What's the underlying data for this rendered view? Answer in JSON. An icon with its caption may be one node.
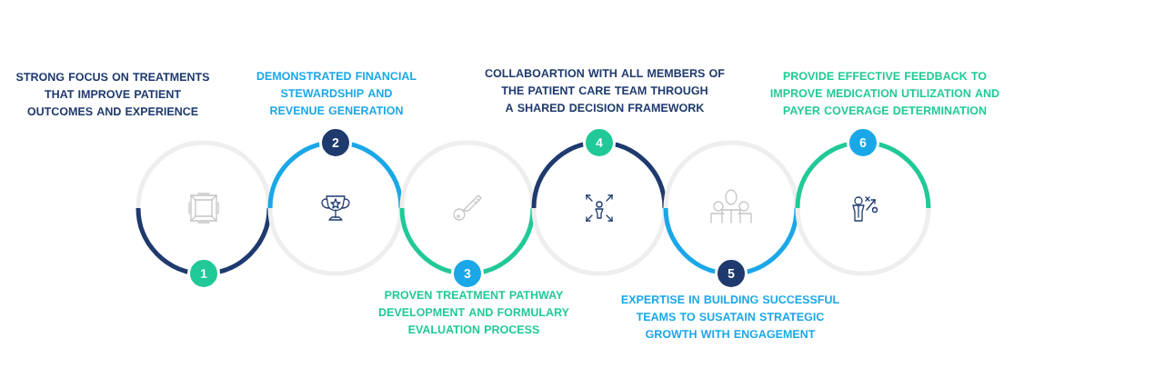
{
  "diagram": {
    "nodes": [
      {
        "text": [
          "1"
        ]
      },
      {
        "text": [
          "2"
        ],
        "beside": [
          "DEMONSTRATED FINANCIAL STEWARDSHIP AND REVENUE GENERATION"
        ]
      },
      {
        "text": [
          "3"
        ],
        "beside": [
          "PROVEN TREATMENT PATHWAY DEVELOPMENT AND FORMULARY EVALUATION PROCESS"
        ]
      },
      {
        "text": [
          "4"
        ],
        "beside": [
          "COLLABOARTION WITH ALL MEMBERS OF THE PATIENT CARE TEAM THROUGH A SHARED DECISION FRAMEWORK"
        ]
      },
      {
        "text": [
          "5"
        ],
        "beside": [
          "EXPERTISE IN BUILDING SUCCESSFUL TEAMS TO SUSATAIN STRATEGIC GROWTH WITH ENGAGEMENT"
        ]
      },
      {
        "text": [
          "6"
        ],
        "beside": [
          "PROVIDE EFFECTIVE FEEDBACK TO IMPROVE MEDICATION UTILIZATION AND PAYER COVERAGE DETERMINATION"
        ]
      }
    ],
    "labels": [
      "STRONG FOCUS ON TREATMENTS THAT IMPROVE PATIENT OUTCOMES AND EXPERIENCE"
    ]
  }
}
